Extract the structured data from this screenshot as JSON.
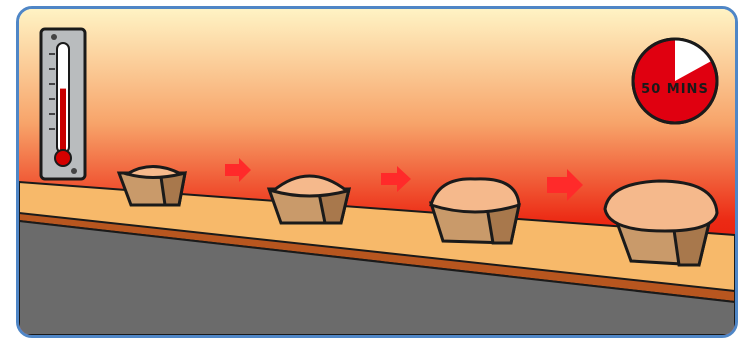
{
  "timer": {
    "label": "50 MINS",
    "fraction_elapsed": 0.83
  },
  "thermometer": {
    "level": 0.6
  },
  "colors": {
    "frame": "#4f86c6",
    "oven_hot": "#e00000",
    "oven_warm": "#ffe9b0",
    "shelf": "#f7b96a",
    "shelf_edge": "#b8561f",
    "floor": "#6b6b6b",
    "arrow": "#ff2a2a",
    "dough": "#f5b98c",
    "tin": "#c99a6a",
    "timer_face": "#e00010"
  },
  "stages": [
    "dough-stage-1",
    "dough-stage-2",
    "dough-stage-3",
    "dough-stage-4"
  ]
}
